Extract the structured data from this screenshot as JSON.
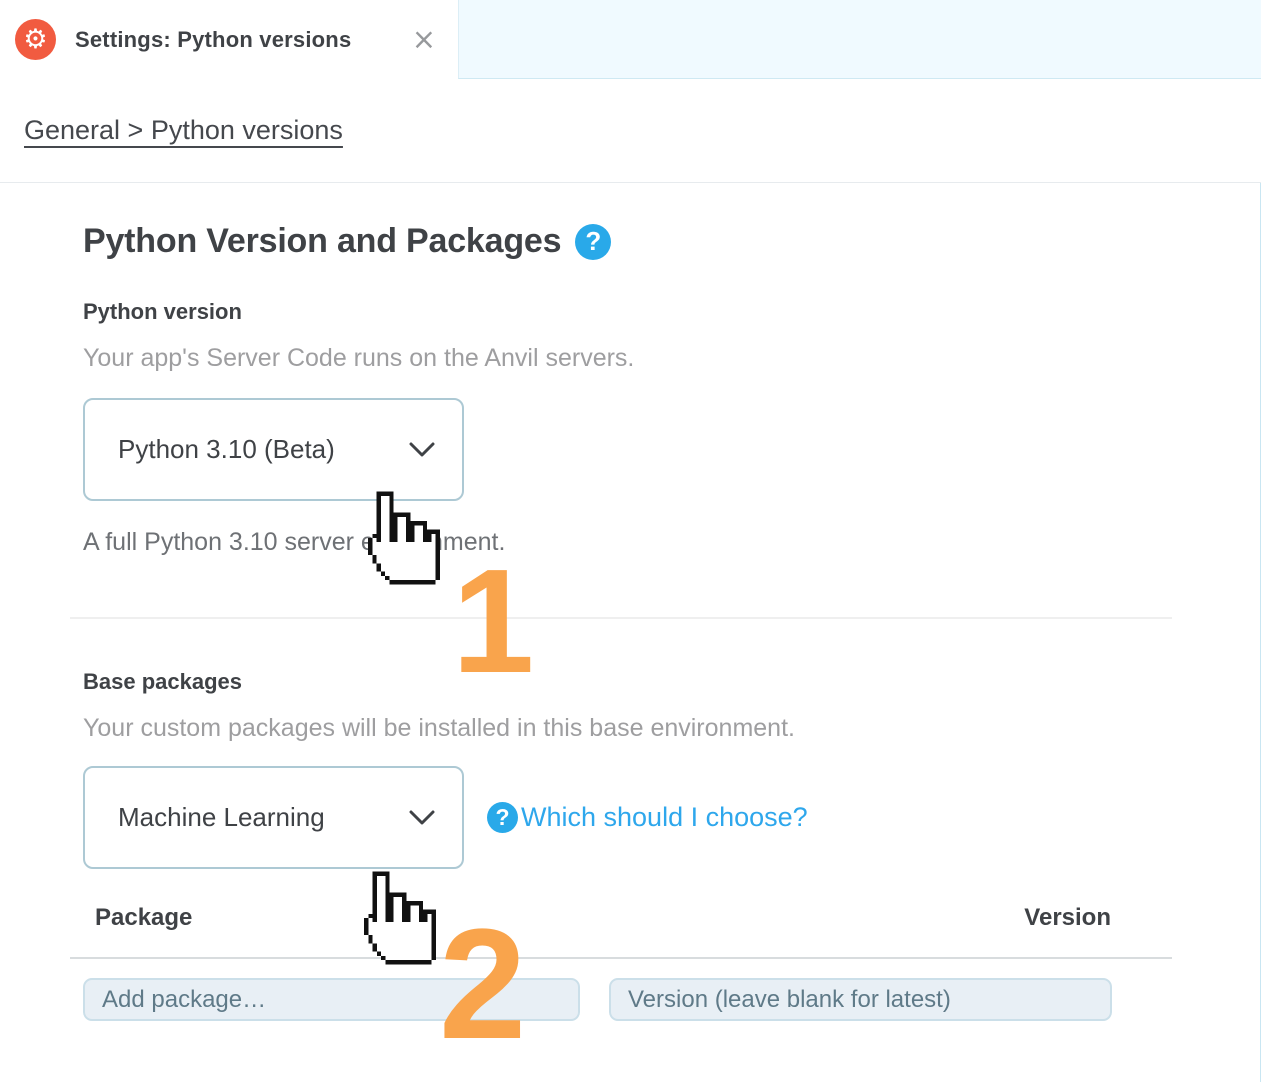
{
  "tab": {
    "title": "Settings: Python versions",
    "close_glyph": "×",
    "gear_glyph": "⚙",
    "accent_color": "#F15B40"
  },
  "breadcrumb": {
    "text": "General > Python versions"
  },
  "page": {
    "title": "Python Version and Packages",
    "help_glyph": "?"
  },
  "python_version": {
    "label": "Python version",
    "description": "Your app's Server Code runs on the Anvil servers.",
    "selected": "Python 3.10 (Beta)",
    "note": "A full Python 3.10 server environment."
  },
  "base_packages": {
    "label": "Base packages",
    "description": "Your custom packages will be installed in this base environment.",
    "selected": "Machine Learning",
    "help_link": "Which should I choose?",
    "help_glyph": "?"
  },
  "packages_table": {
    "package_header": "Package",
    "version_header": "Version",
    "package_placeholder": "Add package…",
    "version_placeholder": "Version (leave blank for latest)"
  },
  "annotations": {
    "step1": "1",
    "step2": "2",
    "color": "#F9A44C"
  },
  "colors": {
    "link_blue": "#2EA7EC",
    "help_icon_blue": "#29A9E9",
    "dropdown_border": "#ADC9D4",
    "input_background": "#E8EFF5",
    "tabstrip_background": "#F0FAFF"
  }
}
